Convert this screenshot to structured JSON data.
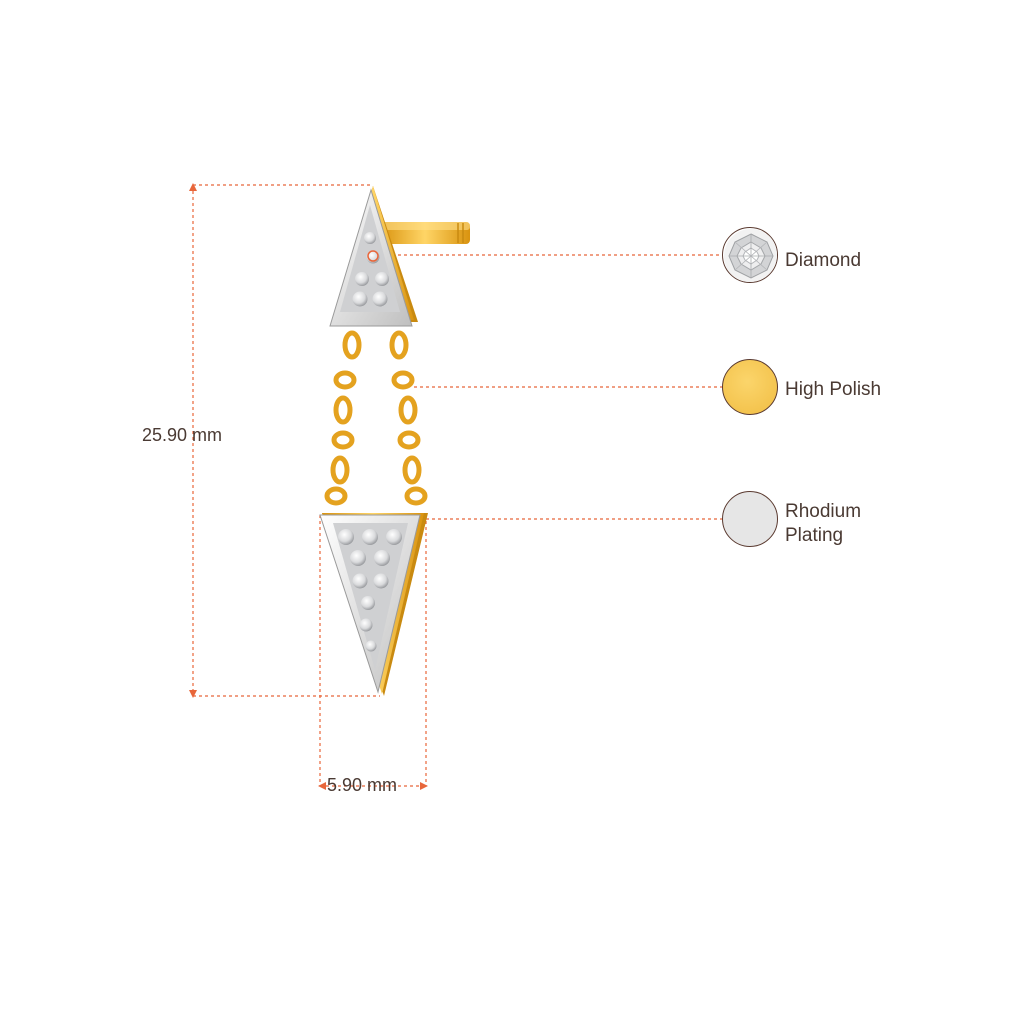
{
  "dimensions": {
    "height_label": "25.90 mm",
    "width_label": "5.90 mm"
  },
  "legend": {
    "diamond": {
      "label": "Diamond",
      "icon": "diamond-icon"
    },
    "high_polish": {
      "label": "High Polish",
      "color": "#f6c653"
    },
    "rhodium": {
      "line1": "Rhodium",
      "line2": "Plating",
      "color": "#e6e6e6"
    }
  },
  "colors": {
    "guide": "#e8663a",
    "text": "#4a3a33",
    "gold": "#f2b431",
    "gold_dark": "#c98a10",
    "rhodium_frame": "#f4f4f4",
    "pave": "#cfd0d2"
  }
}
